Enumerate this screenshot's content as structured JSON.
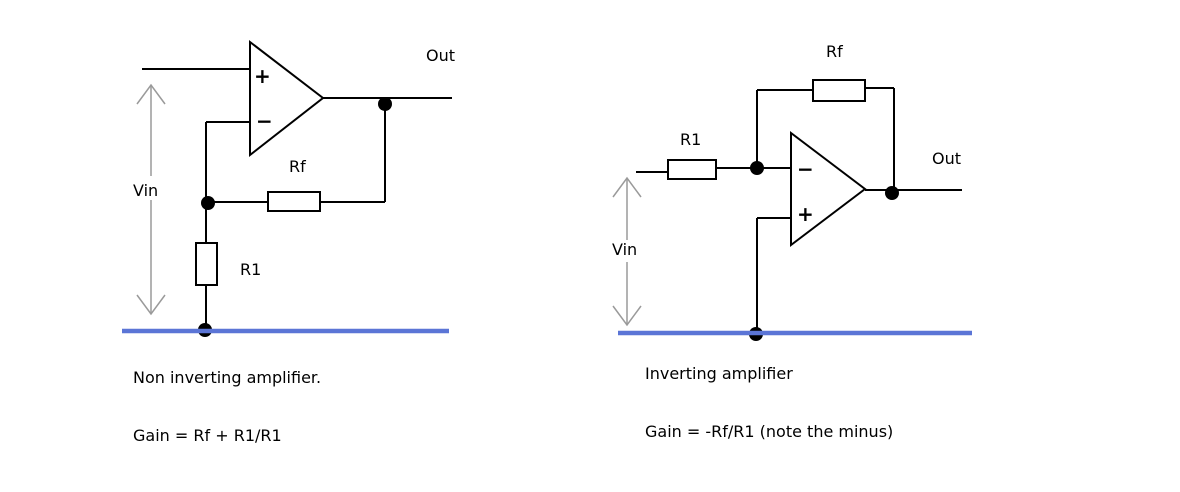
{
  "non_inverting": {
    "out_label": "Out",
    "rf_label": "Rf",
    "r1_label": "R1",
    "vin_label": "Vin",
    "plus_sign": "+",
    "minus_sign": "−",
    "caption": "Non inverting amplifier.",
    "gain": "Gain = Rf + R1/R1"
  },
  "inverting": {
    "out_label": "Out",
    "rf_label": "Rf",
    "r1_label": "R1",
    "vin_label": "Vin",
    "plus_sign": "+",
    "minus_sign": "−",
    "caption": "Inverting amplifier",
    "gain": "Gain = -Rf/R1   (note the minus)"
  },
  "colors": {
    "wire": "#000000",
    "ground": "#5b75d6",
    "vin_arrow": "#9a9a9a"
  }
}
